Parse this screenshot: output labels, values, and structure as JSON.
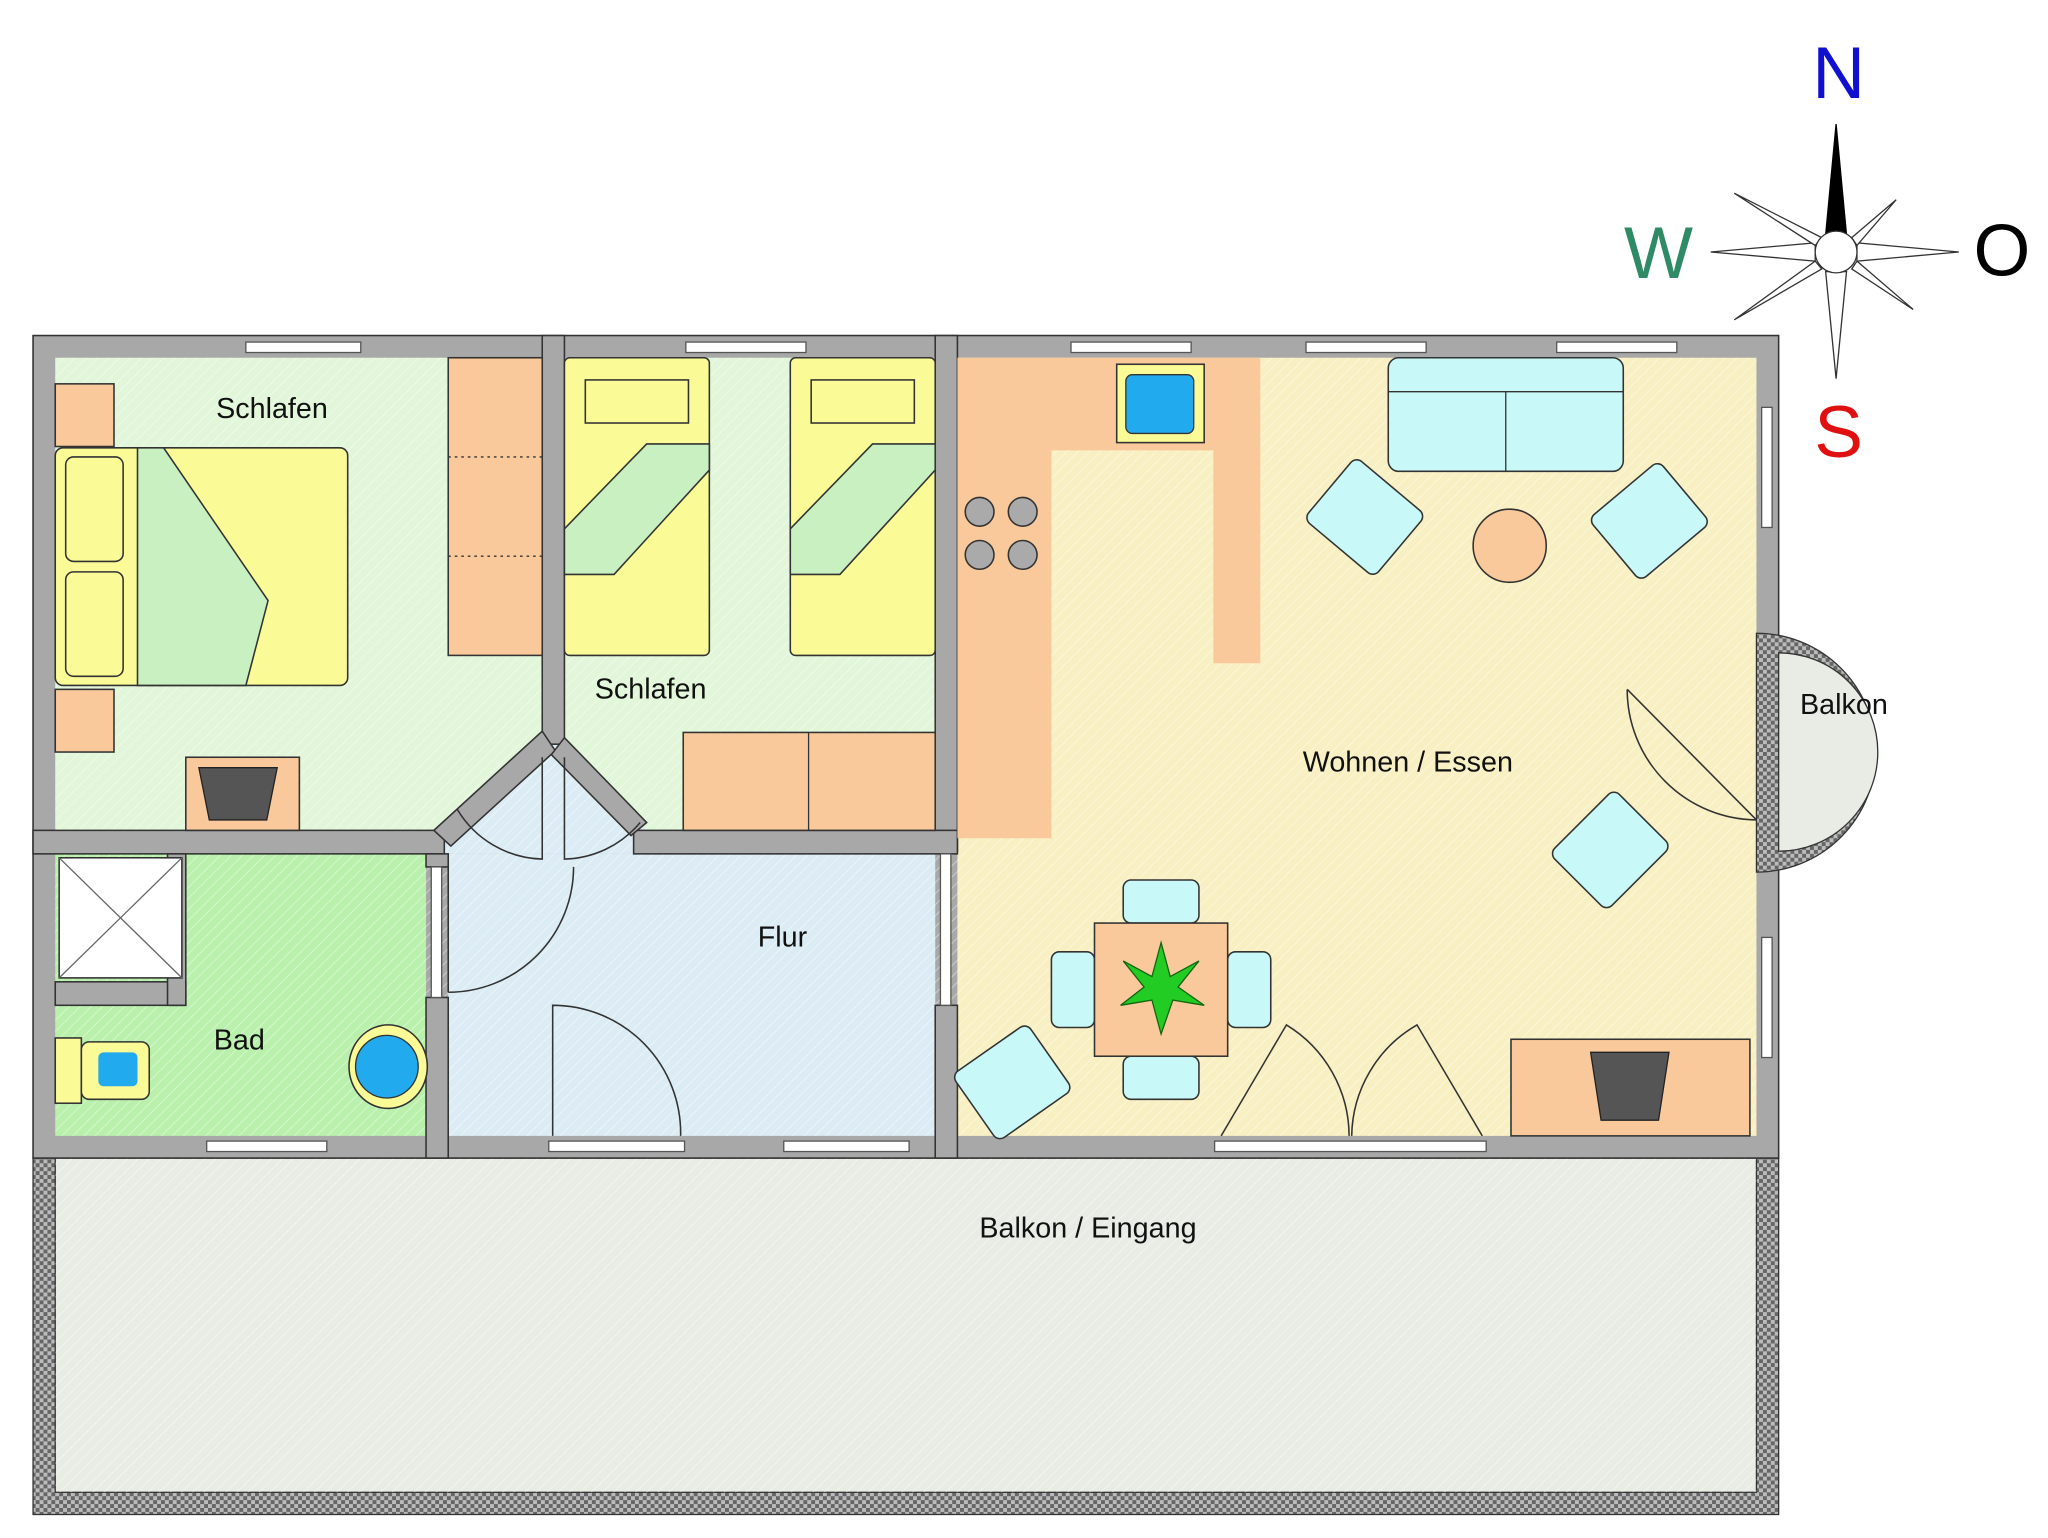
{
  "compass": {
    "north": "N",
    "south": "S",
    "west": "W",
    "east": "O",
    "colors": {
      "north": "#1010d0",
      "south": "#e01010",
      "west": "#2e8b66",
      "east": "#000000"
    }
  },
  "rooms": {
    "bedroom1": "Schlafen",
    "bedroom2": "Schlafen",
    "bathroom": "Bad",
    "hallway": "Flur",
    "living": "Wohnen / Essen",
    "balcony_small": "Balkon",
    "balcony_entrance": "Balkon / Eingang"
  },
  "colors": {
    "bedroom": "#e2f6da",
    "bath": "#b9f0ac",
    "hall": "#dcecf4",
    "living": "#f8f0c2",
    "kitchen": "#f9c99b",
    "bed": "#fafa96",
    "sofa": "#c8f8f8",
    "wall": "#a8a8a8"
  }
}
